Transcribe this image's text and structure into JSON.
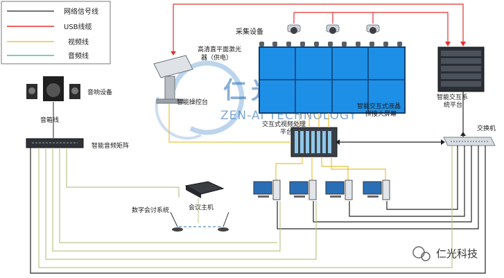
{
  "legend": {
    "items": [
      {
        "label": "网络信号线",
        "color": "#444444"
      },
      {
        "label": "USB线缆",
        "color": "#e0312e"
      },
      {
        "label": "视频线",
        "color": "#e8c23a"
      },
      {
        "label": "音频线",
        "color": "#4fc08d"
      }
    ]
  },
  "labels": {
    "capture": "采集设备",
    "laser_line1": "高清直平面激光",
    "laser_line2": "器（供电）",
    "control_platform": "智能操控台",
    "lcd_line1": "智能交互式液晶",
    "lcd_line2": "拼接大屏幕",
    "server_line1": "智能交互系",
    "server_line2": "统平台",
    "switch": "交换机",
    "video_line1": "交互式视频处理",
    "video_line2": "平台",
    "speaker": "音响设备",
    "speaker_cable": "音箱线",
    "audio_matrix": "智能音频矩阵",
    "conference_host": "会议主机",
    "conference_system": "数字会讨系统"
  },
  "watermark": {
    "cn": "仁光科技",
    "en": "ZEN-AI TECHNOLOGY"
  },
  "footer": {
    "brand": "仁光科技"
  },
  "colors": {
    "network": "#444444",
    "usb": "#e0312e",
    "video": "#e8c23a",
    "audio": "#4fc08d",
    "screen": "#1e8fe6",
    "audio_line": "#b8c68a"
  }
}
